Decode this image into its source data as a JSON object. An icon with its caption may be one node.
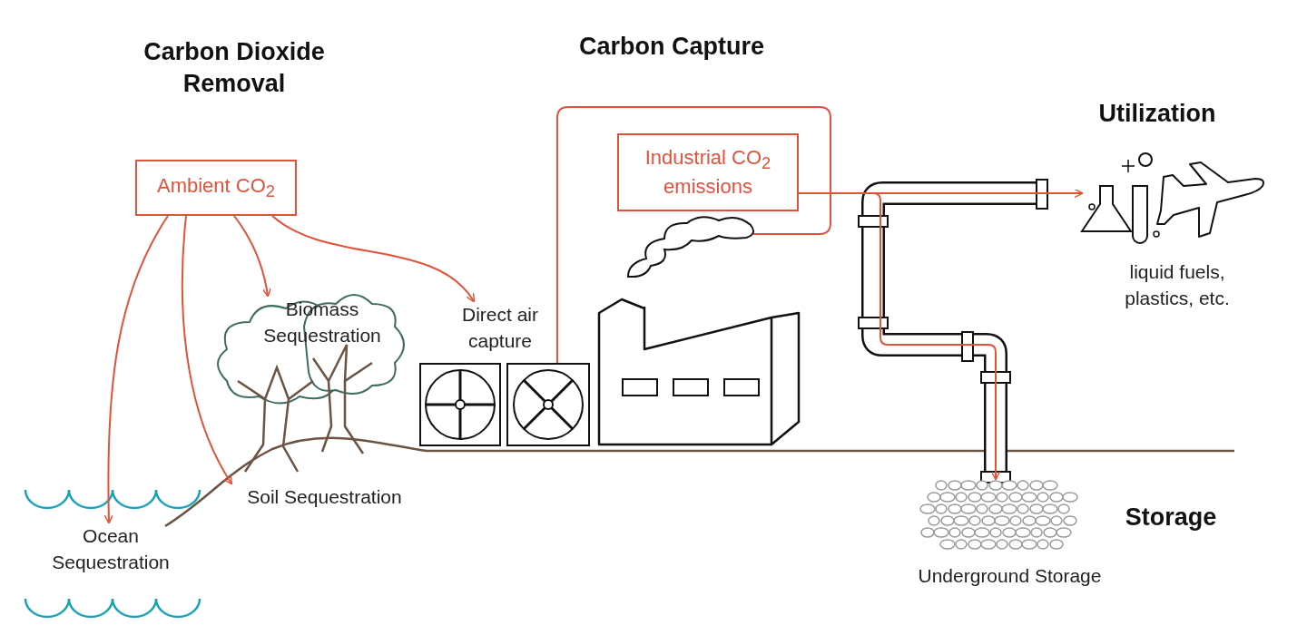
{
  "diagram": {
    "nodes": [
      {
        "text": [
          "Ambient CO$_{2}$"
        ]
      },
      {
        "text": [
          "Biomass Sequestration"
        ]
      },
      {
        "text": [
          "Direct air capture"
        ]
      },
      {
        "text": [
          "Ocean Sequestration"
        ]
      },
      {
        "text": [
          "Soil Sequestration"
        ]
      },
      {
        "text": [
          "Industrial CO$_{2}$ emissions"
        ]
      },
      {
        "text": [],
        "shape": "picture"
      },
      {
        "text": [],
        "shape": "picture"
      },
      {
        "text": [
          "liquid fuels, plastics, etc."
        ]
      },
      {
        "text": [
          "Underground Storage"
        ]
      }
    ],
    "edges": [
      {
        "from": 0,
        "to": 3,
        "arrow": "to"
      },
      {
        "from": 0,
        "to": 4,
        "arrow": "to"
      },
      {
        "from": 0,
        "to": 1,
        "arrow": "to"
      },
      {
        "from": 0,
        "to": 2,
        "arrow": "to"
      },
      {
        "from": 6,
        "to": 7,
        "arrow": "none"
      },
      {
        "from": 5,
        "to": 8,
        "arrow": "to"
      },
      {
        "from": 5,
        "to": 9,
        "arrow": "to"
      }
    ],
    "labels": [
      "Carbon Dioxide Removal",
      "Carbon Capture",
      "Utilization",
      "Storage"
    ]
  }
}
